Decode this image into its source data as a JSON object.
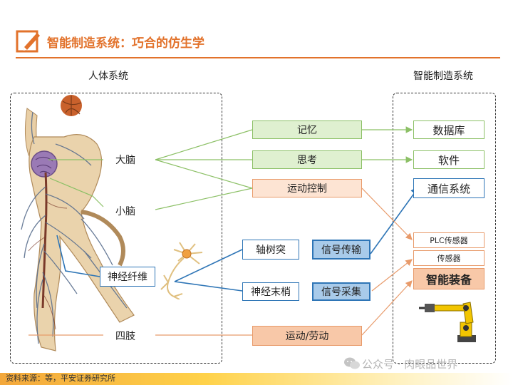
{
  "header": {
    "title": "智能制造系统：巧合的仿生学"
  },
  "columns": {
    "left_title": "人体系统",
    "right_title": "智能制造系统"
  },
  "human": {
    "brain": "大脑",
    "cerebellum": "小脑",
    "nerve_fiber": "神经纤维",
    "limbs": "四肢"
  },
  "middle": {
    "memory": "记忆",
    "thinking": "思考",
    "motion_control": "运动控制",
    "axon": "轴树突",
    "signal_transmission": "信号传输",
    "nerve_ending": "神经末梢",
    "signal_acquisition": "信号采集",
    "motion_labor": "运动/劳动"
  },
  "manufacturing": {
    "database": "数据库",
    "software": "软件",
    "communication": "通信系统",
    "plc_sensor": "PLC传感器",
    "sensor": "传感器",
    "smart_equipment": "智能装备"
  },
  "footer": {
    "source": "资料来源：等，平安证券研究所"
  },
  "watermark": "公众号 · 肉眼品世界",
  "colors": {
    "accent": "#e2722b",
    "green": "#8cc066",
    "orange": "#e89a6a",
    "blue": "#2e75b6"
  }
}
